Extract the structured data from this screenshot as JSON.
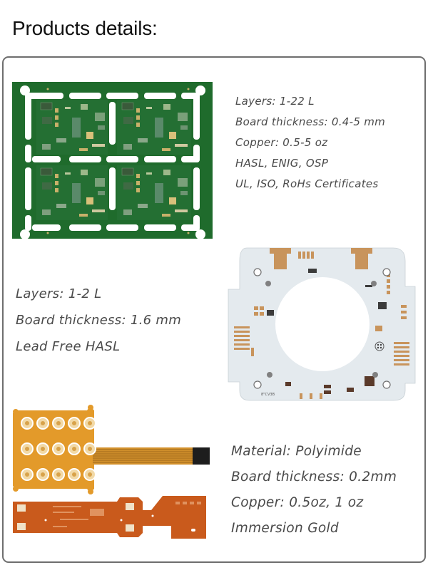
{
  "page": {
    "title": "Products details:"
  },
  "products": [
    {
      "name": "multilayer-pcb",
      "image_icon": "green-multilayer-pcb-panel-image",
      "specs": [
        "Layers: 1-22 L",
        "Board thickness: 0.4-5 mm",
        "Copper: 0.5-5 oz",
        "HASL, ENIG, OSP",
        "UL, ISO, RoHs Certificates"
      ],
      "colors": {
        "board": "#1f6b2c",
        "pads": "#c9b06a"
      }
    },
    {
      "name": "aluminum-pcb",
      "image_icon": "white-aluminum-ring-pcb-image",
      "specs": [
        "Layers: 1-2 L",
        "Board thickness: 1.6 mm",
        "Lead Free HASL"
      ],
      "colors": {
        "board": "#e4eaee",
        "pads": "#b98a5a"
      }
    },
    {
      "name": "flexible-pcb",
      "image_icon": "flex-polyimide-pcb-image",
      "specs": [
        "Material: Polyimide",
        "Board thickness: 0.2mm",
        "Copper: 0.5oz, 1 oz",
        "Immersion Gold"
      ],
      "colors": {
        "keypad": "#e39a2a",
        "strip": "#c95a1c"
      }
    }
  ]
}
